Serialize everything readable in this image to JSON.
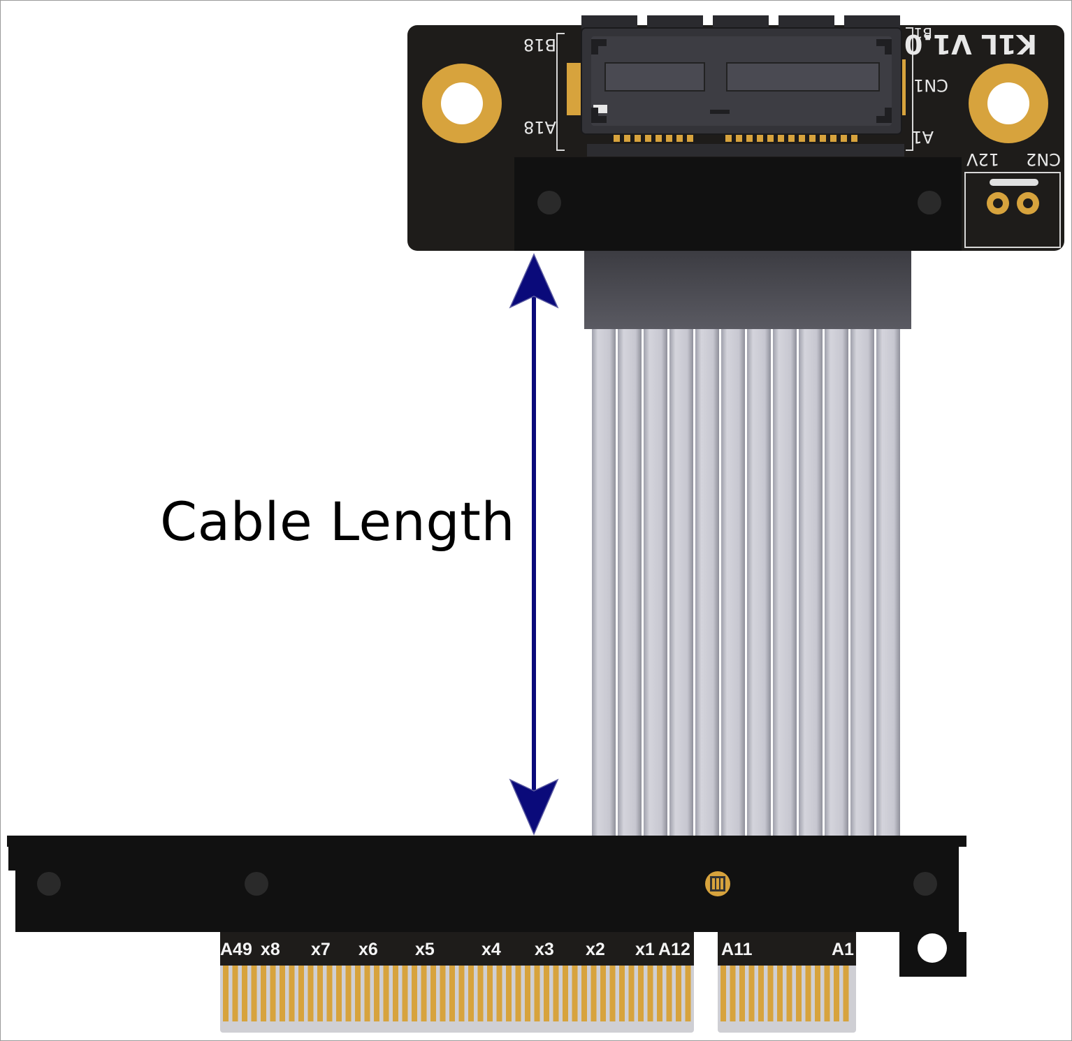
{
  "caption": "Cable Length",
  "top_board": {
    "model_label": "K1L V1.0",
    "pin_b1": "B1",
    "pin_b18": "B18",
    "pin_a18": "A18",
    "pin_a1": "A1",
    "cn1": "CN1",
    "cn2": "CN2",
    "volt": "12V"
  },
  "bottom_board": {
    "labels": [
      "A49",
      "x8",
      "x7",
      "x6",
      "x5",
      "x4",
      "x3",
      "x2",
      "x1",
      "A12",
      "A11",
      "A1"
    ]
  },
  "colors": {
    "pcb": "#1d1b1a",
    "gold": "#d7a33d",
    "ribbon": "#c9c9d2",
    "arrow": "#0a0a7a"
  }
}
